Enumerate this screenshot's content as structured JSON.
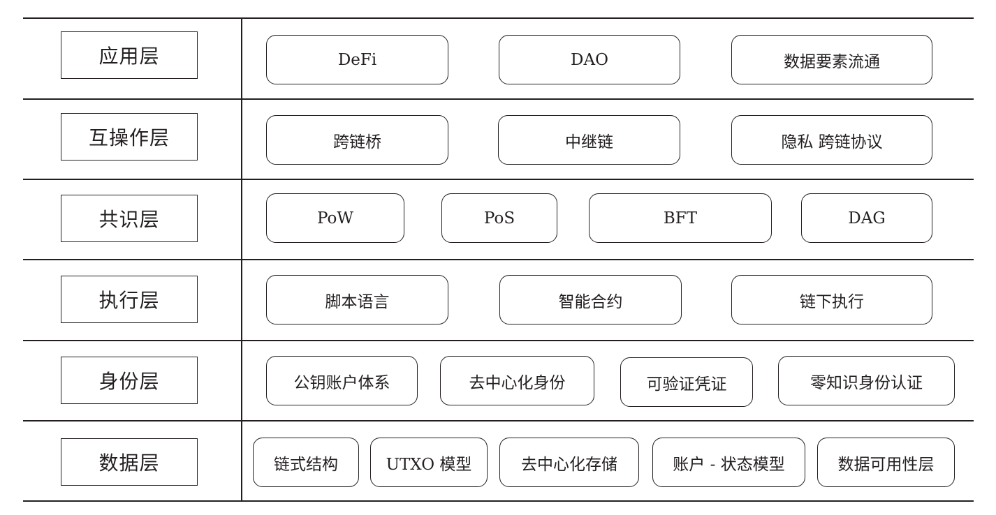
{
  "layers": [
    {
      "label": "应用层",
      "items": [
        "DeFi",
        "DAO",
        "数据要素流通"
      ]
    },
    {
      "label": "互操作层",
      "items": [
        "跨链桥",
        "中继链",
        "隐私 跨链协议"
      ]
    },
    {
      "label": "共识层",
      "items": [
        "PoW",
        "PoS",
        "BFT",
        "DAG"
      ]
    },
    {
      "label": "执行层",
      "items": [
        "脚本语言",
        "智能合约",
        "链下执行"
      ]
    },
    {
      "label": "身份层",
      "items": [
        "公钥账户体系",
        "去中心化身份",
        "可验证凭证",
        "零知识身份认证"
      ]
    },
    {
      "label": "数据层",
      "items": [
        "链式结构",
        "UTXO 模型",
        "去中心化存储",
        "账户 - 状态模型",
        "数据可用性层"
      ]
    }
  ]
}
